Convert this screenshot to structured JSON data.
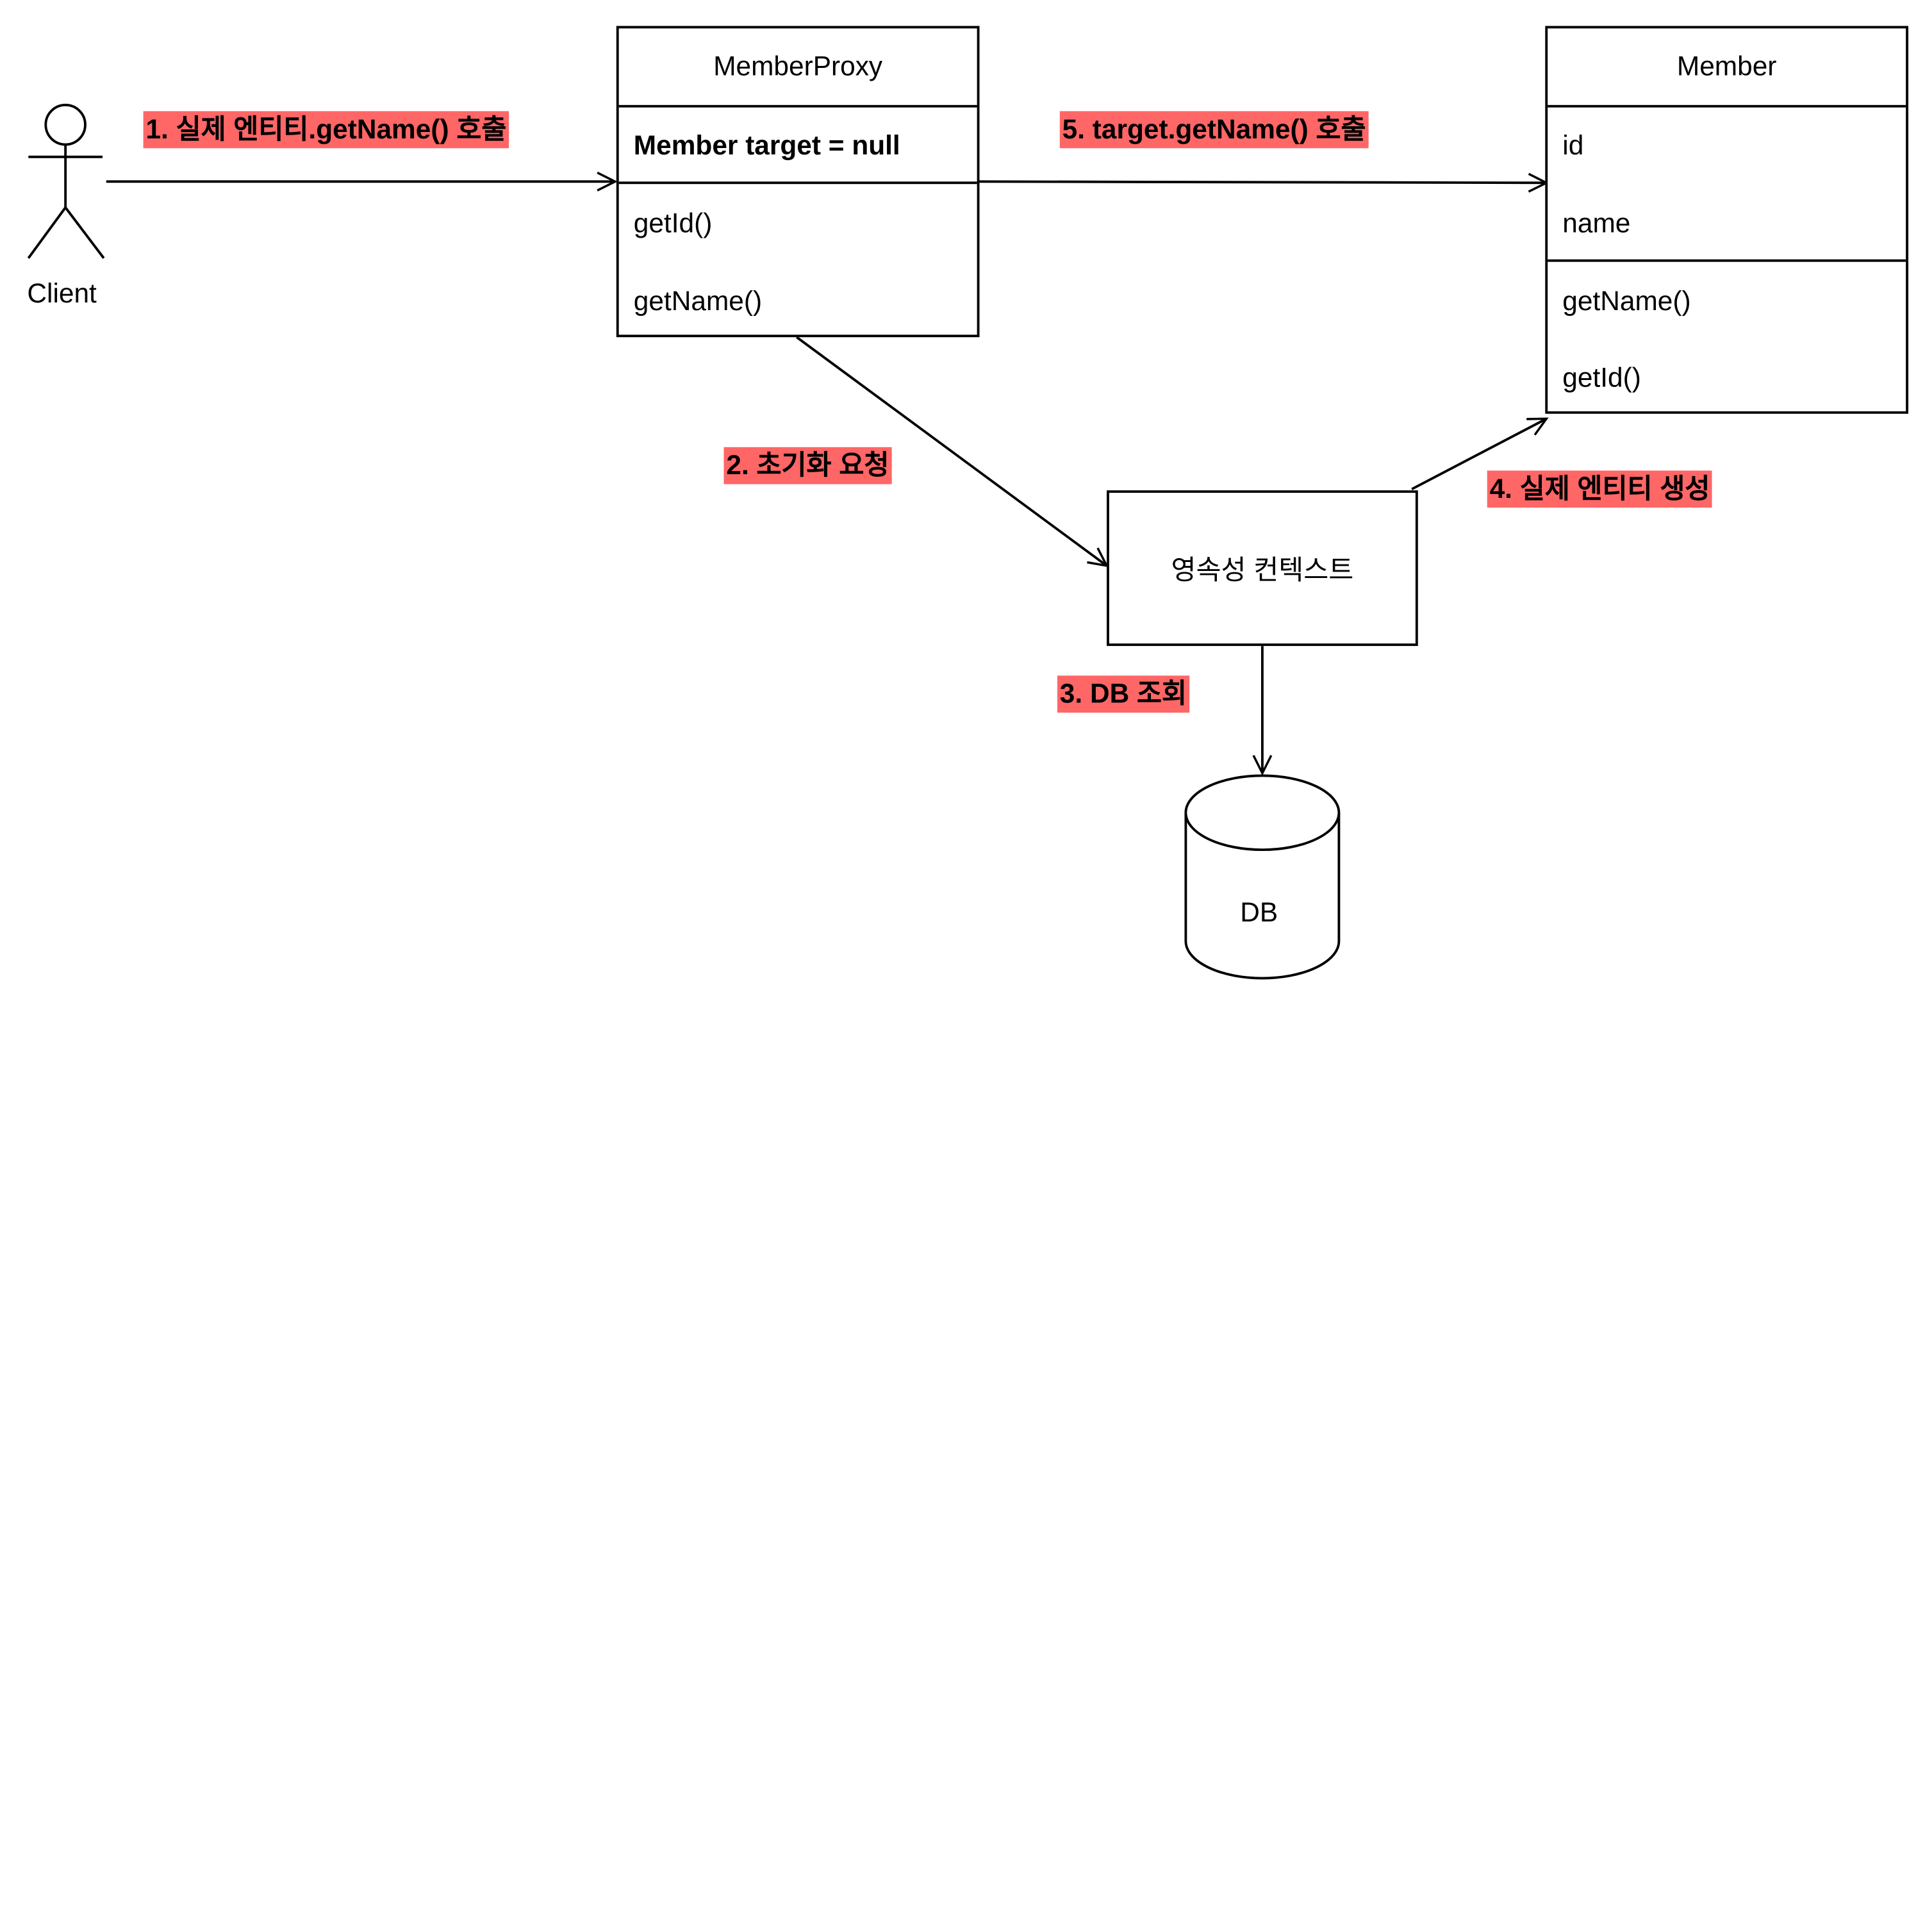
{
  "actor": {
    "label": "Client"
  },
  "member_proxy": {
    "title": "MemberProxy",
    "field": "Member target = null",
    "methods": [
      "getId()",
      "getName()"
    ]
  },
  "member": {
    "title": "Member",
    "fields": [
      "id",
      "name"
    ],
    "methods": [
      "getName()",
      "getId()"
    ]
  },
  "persistence_context": {
    "label": "영속성 컨텍스트"
  },
  "database": {
    "label": "DB"
  },
  "steps": {
    "step1": "1. 실제 엔티티.getName() 호출",
    "step2": "2. 초기화 요청",
    "step3": "3. DB 조회",
    "step4": "4. 실제 엔티티 생성",
    "step5": "5. target.getName() 호출"
  },
  "colors": {
    "label_highlight": "#ff6666",
    "stroke": "#000000"
  }
}
